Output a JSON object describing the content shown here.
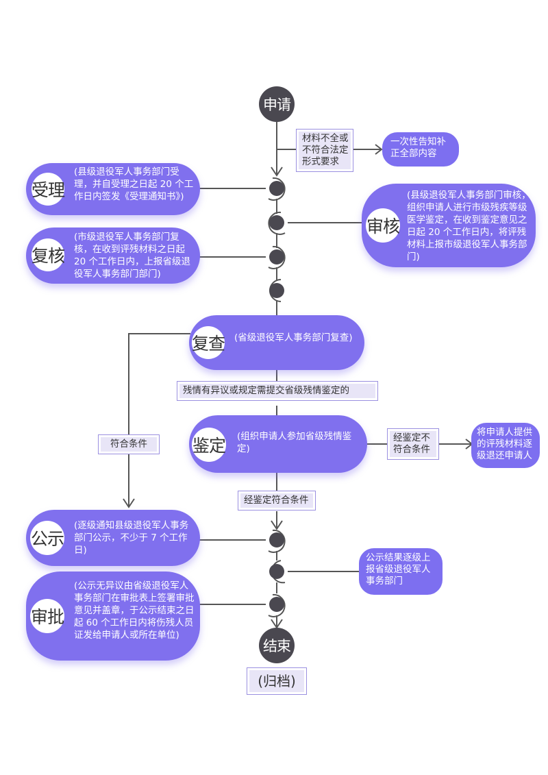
{
  "title": "伤残评定流程图",
  "start": {
    "label": "申请"
  },
  "end": {
    "label": "结束",
    "archive": "(归档)"
  },
  "branch_incomplete": {
    "condition": "材料不全或\n不符合法定\n形式要求",
    "result": "一次性告知补正全部内容"
  },
  "steps": [
    {
      "id": "accept",
      "badge": "受理",
      "desc": "(县级退役军人事务部门受理，并自受理之日起 20 个工作日内签发《受理通知书》)"
    },
    {
      "id": "review",
      "badge": "审核",
      "desc": "(县级退役军人事务部门审核，组织申请人进行市级残疾等级医学鉴定，在收到鉴定意见之日起  20  个工作日内，将评残材料上报市级退役军人事务部门)"
    },
    {
      "id": "recheck",
      "badge": "复核",
      "desc": "(市级退役军人事务部门复核，在收到评残材料之日起 20  个工作日内，上报省级退役军人事务部门部门)"
    },
    {
      "id": "reinspect",
      "badge": "复查",
      "desc": "(省级退役军人事务部门复查)"
    },
    {
      "id": "appraise",
      "badge": "鉴定",
      "desc": "(组织申请人参加省级残情鉴定)"
    },
    {
      "id": "publicize",
      "badge": "公示",
      "desc": "(逐级通知县级退役军人事务部门公示，不少于 7 个工作日)"
    },
    {
      "id": "approve",
      "badge": "审批",
      "desc": "(公示无异议由省级退役军人事务部门在审批表上签署审批意见并盖章，于公示结束之日起 60 个工作日内将伤残人员证发给申请人或所在单位)"
    }
  ],
  "conditions": {
    "need_appraisal": "残情有异议或规定需提交省级残情鉴定的",
    "qualified": "符合条件",
    "appraisal_qualified": "经鉴定符合条件",
    "appraisal_not_qualified": "经鉴定不\n符合条件"
  },
  "notes": {
    "return_materials": "将申请人提供的评残材料逐级退还申请人",
    "report_result": "公示结果逐级上报省级退役军人事务部门"
  },
  "colors": {
    "pill": "#8070ee",
    "node": "#4a4850",
    "line": "#555555",
    "label_border": "#9a8fe0",
    "label_fill": "#e8e5f7"
  }
}
